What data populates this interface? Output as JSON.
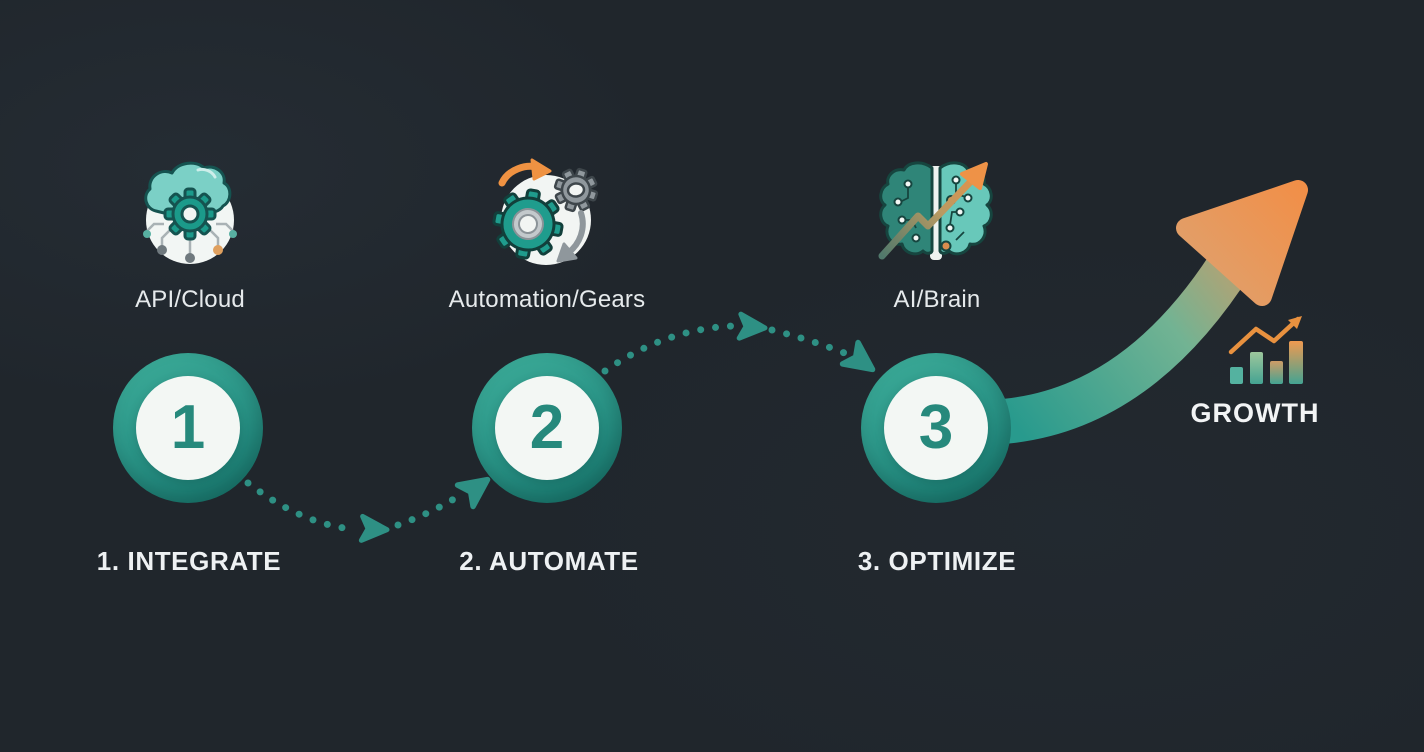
{
  "colors": {
    "background": "#20262c",
    "teal": "#2a9d8f",
    "teal_dark": "#16786f",
    "teal_dot": "#2e9084",
    "orange": "#ef9450",
    "orange_line": "#e8913f",
    "circle_inner": "#f3f7f4",
    "number_text": "#26897c",
    "label_text": "#e6eaec",
    "step_text": "#eef1f3"
  },
  "steps": [
    {
      "number": "1",
      "label": "1. INTEGRATE",
      "icon": "api-cloud-icon",
      "icon_label": "API/Cloud"
    },
    {
      "number": "2",
      "label": "2. AUTOMATE",
      "icon": "automation-gears-icon",
      "icon_label": "Automation/Gears"
    },
    {
      "number": "3",
      "label": "3. OPTIMIZE",
      "icon": "ai-brain-icon",
      "icon_label": "AI/Brain"
    }
  ],
  "growth": {
    "label": "GROWTH",
    "icon": "bar-chart-growth-icon"
  }
}
